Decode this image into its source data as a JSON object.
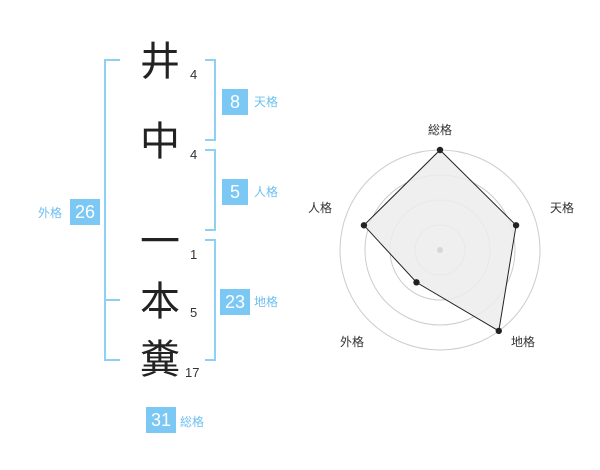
{
  "name": {
    "chars": [
      {
        "char": "井",
        "strokes": "4"
      },
      {
        "char": "中",
        "strokes": "4"
      },
      {
        "char": "一",
        "strokes": "1"
      },
      {
        "char": "本",
        "strokes": "5"
      },
      {
        "char": "糞",
        "strokes": "17"
      }
    ]
  },
  "fortune": {
    "tenkaku": {
      "value": "8",
      "label": "天格"
    },
    "jinkaku": {
      "value": "5",
      "label": "人格"
    },
    "chikaku": {
      "value": "23",
      "label": "地格"
    },
    "gaikaku": {
      "value": "26",
      "label": "外格"
    },
    "soukaku": {
      "value": "31",
      "label": "総格"
    }
  },
  "radar": {
    "axes": [
      "総格",
      "天格",
      "地格",
      "外格",
      "人格"
    ],
    "levels": 4,
    "max": 5,
    "values": [
      5,
      4,
      5,
      2,
      4
    ]
  },
  "colors": {
    "accent": "#7cc8f4",
    "accent_text": "#6cbff0",
    "fill": "#ececec",
    "grid": "#cccccc"
  }
}
